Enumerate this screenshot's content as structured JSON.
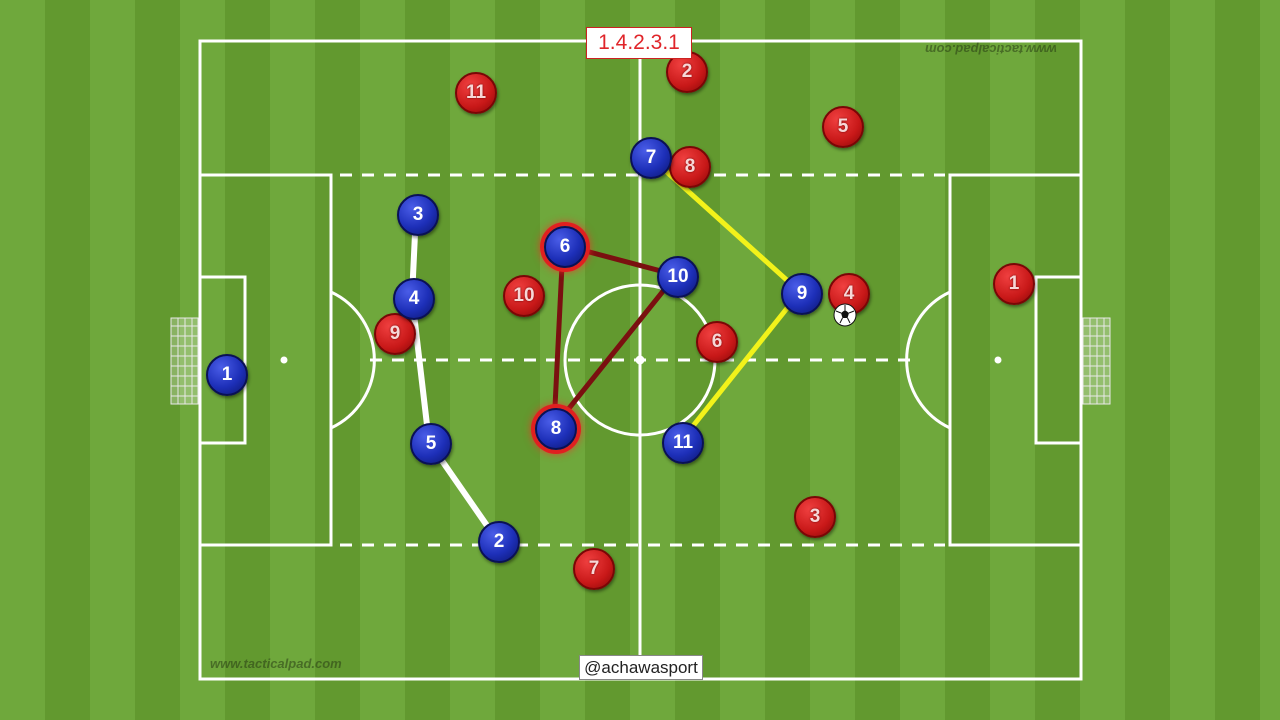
{
  "formation_label": "1.4.2.3.1",
  "credit_handle": "@achawasport",
  "watermark": "www.tacticalpad.com",
  "colors": {
    "blue_team": "#1d2fb8",
    "red_team": "#c81818",
    "defence_line": "#ffffff",
    "midfield_triangle": "#7a1010",
    "attack_line": "#f2f21a",
    "highlight": "#e02020"
  },
  "blue_players": [
    {
      "number": "1"
    },
    {
      "number": "3"
    },
    {
      "number": "4"
    },
    {
      "number": "5"
    },
    {
      "number": "2"
    },
    {
      "number": "6",
      "highlighted": true
    },
    {
      "number": "8",
      "highlighted": true
    },
    {
      "number": "10"
    },
    {
      "number": "7"
    },
    {
      "number": "9"
    },
    {
      "number": "11"
    }
  ],
  "red_players": [
    {
      "number": "11"
    },
    {
      "number": "2"
    },
    {
      "number": "5"
    },
    {
      "number": "8"
    },
    {
      "number": "10"
    },
    {
      "number": "9"
    },
    {
      "number": "6"
    },
    {
      "number": "4"
    },
    {
      "number": "1"
    },
    {
      "number": "3"
    },
    {
      "number": "7"
    }
  ],
  "connections": [
    {
      "style": "defence_line",
      "players": [
        "3",
        "4",
        "5",
        "2"
      ]
    },
    {
      "style": "midfield_triangle",
      "players": [
        "6",
        "10",
        "8",
        "6"
      ]
    },
    {
      "style": "attack_line",
      "players": [
        "7",
        "9",
        "11"
      ]
    }
  ],
  "ball": {
    "icon": "football-icon"
  }
}
